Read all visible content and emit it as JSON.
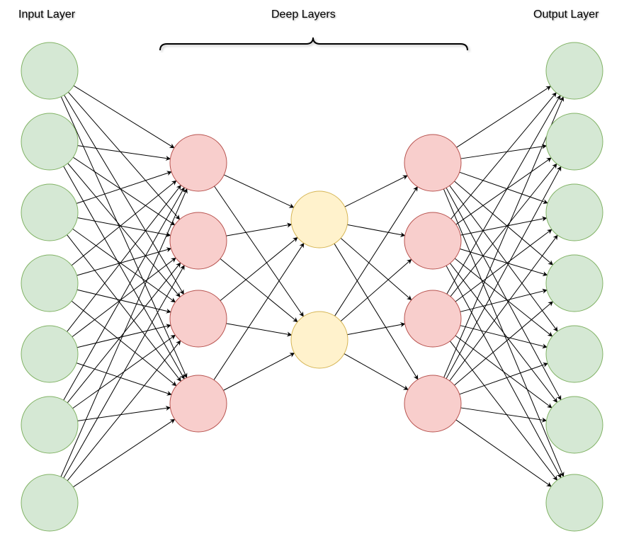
{
  "labels": {
    "input_layer": "Input Layer",
    "deep_layers": "Deep Layers",
    "output_layer": "Output Layer"
  },
  "colors": {
    "input_fill": "#d5e8d4",
    "input_stroke": "#82b366",
    "hidden_fill": "#f8cecc",
    "hidden_stroke": "#b85450",
    "bottleneck_fill": "#fff2cc",
    "bottleneck_stroke": "#d6b656",
    "edge": "#000000"
  },
  "network": {
    "layer_sizes": [
      7,
      4,
      2,
      4,
      7
    ],
    "layer_roles": [
      "input",
      "hidden",
      "bottleneck",
      "hidden",
      "output"
    ],
    "fully_connected": true
  }
}
